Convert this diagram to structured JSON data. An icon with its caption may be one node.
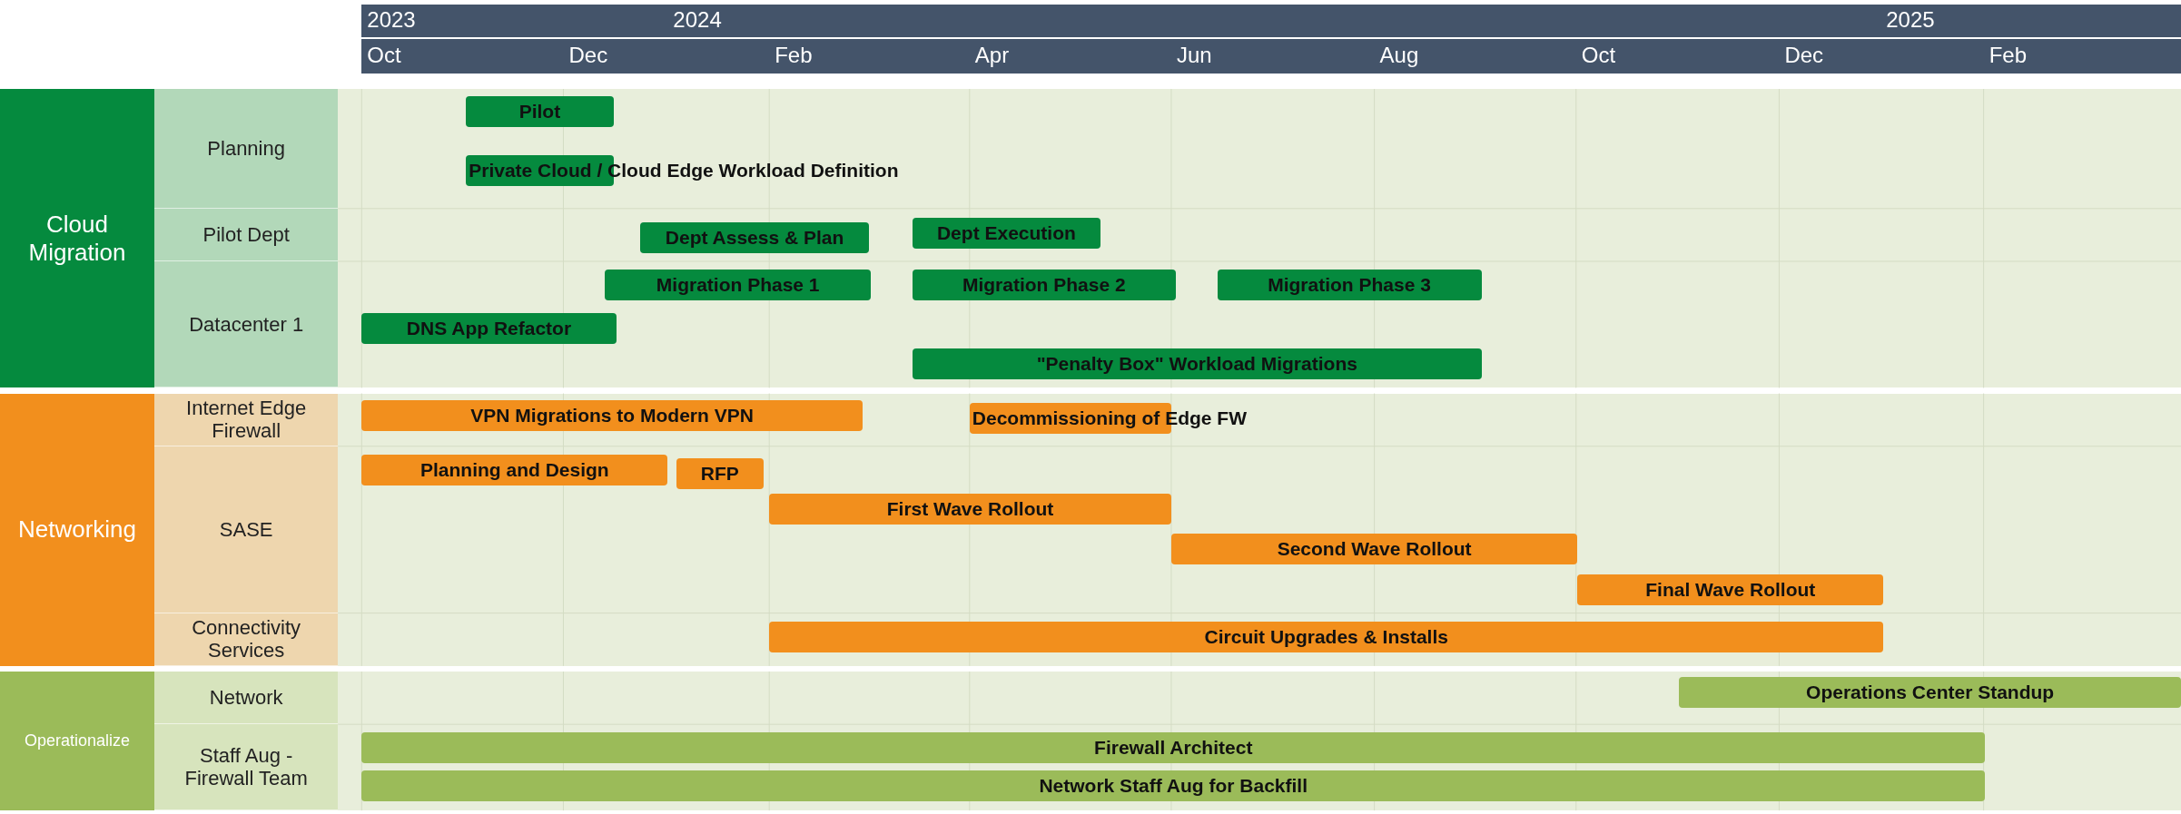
{
  "diagram": {
    "nodes": [
      {
        "text": [
          "Cloud Migration"
        ]
      },
      {
        "text": [
          "Planning"
        ]
      },
      {
        "text": [
          "Pilot"
        ]
      },
      {
        "text": [
          "Private Cloud / Cloud Edge Workload Definition"
        ]
      },
      {
        "text": [
          "Pilot Dept"
        ]
      },
      {
        "text": [
          "Dept Assess & Plan"
        ]
      },
      {
        "text": [
          "Dept Execution"
        ]
      },
      {
        "text": [
          "Datacenter 1"
        ]
      },
      {
        "text": [
          "Migration Phase 1"
        ]
      },
      {
        "text": [
          "Migration Phase 2"
        ]
      },
      {
        "text": [
          "Migration Phase 3"
        ]
      },
      {
        "text": [
          "DNS App Refactor"
        ]
      },
      {
        "text": [
          "\"Penalty Box\" Workload Migrations"
        ]
      },
      {
        "text": [
          "Networking"
        ]
      },
      {
        "text": [
          "Internet Edge Firewall"
        ]
      },
      {
        "text": [
          "VPN Migrations to Modern VPN"
        ]
      },
      {
        "text": [
          "Decommissioning of Edge FW"
        ]
      },
      {
        "text": [
          "SASE"
        ]
      },
      {
        "text": [
          "Planning and Design"
        ]
      },
      {
        "text": [
          "RFP"
        ]
      },
      {
        "text": [
          "First Wave Rollout"
        ]
      },
      {
        "text": [
          "Second Wave Rollout"
        ]
      },
      {
        "text": [
          "Final Wave Rollout"
        ]
      },
      {
        "text": [
          "Connectivity Services"
        ]
      },
      {
        "text": [
          "Circuit Upgrades & Installs"
        ]
      },
      {
        "text": [
          "Operationalize"
        ]
      },
      {
        "text": [
          "Network"
        ]
      },
      {
        "text": [
          "Operations Center Standup"
        ]
      },
      {
        "text": [
          "Staff Aug - Firewall Team"
        ]
      },
      {
        "text": [
          "Firewall Architect"
        ]
      },
      {
        "text": [
          "Network Staff Aug for Backfill"
        ]
      }
    ],
    "labels": [
      "2023",
      "2024",
      "2025",
      "Oct",
      "Dec",
      "Feb",
      "Apr",
      "Jun",
      "Aug",
      "Oct",
      "Dec",
      "Feb"
    ]
  }
}
